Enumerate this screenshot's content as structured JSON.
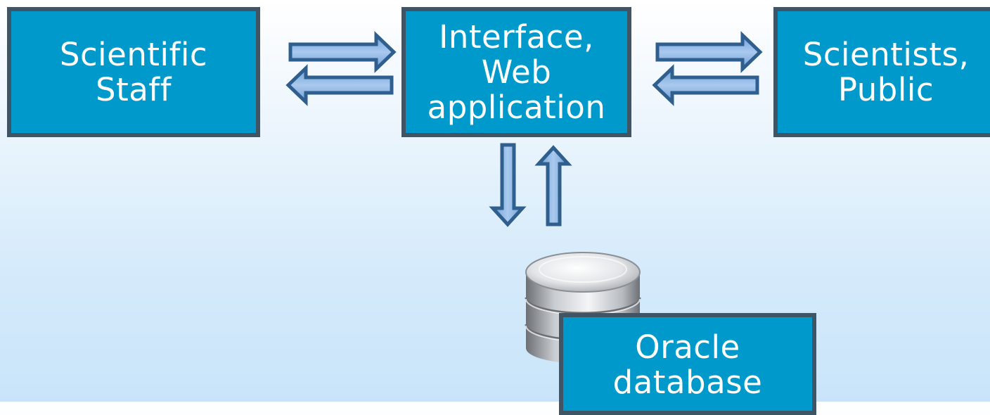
{
  "nodes": {
    "scientific_staff": {
      "lines": [
        "Scientific",
        "Staff"
      ]
    },
    "web_application": {
      "lines": [
        "Interface,",
        "Web",
        "application"
      ]
    },
    "scientists_public": {
      "lines": [
        "Scientists,",
        "Public"
      ]
    },
    "oracle_database": {
      "lines": [
        "Oracle",
        "database"
      ]
    }
  },
  "icons": {
    "database": "database-cylinder-icon",
    "arrow": "double-line-arrow-icon"
  },
  "colors": {
    "box_fill": "#0099cc",
    "box_border": "#3f5566",
    "box_text": "#ffffff",
    "arrow_fill": "#2f5f8f",
    "arrow_inner": "#8fb8e6"
  }
}
